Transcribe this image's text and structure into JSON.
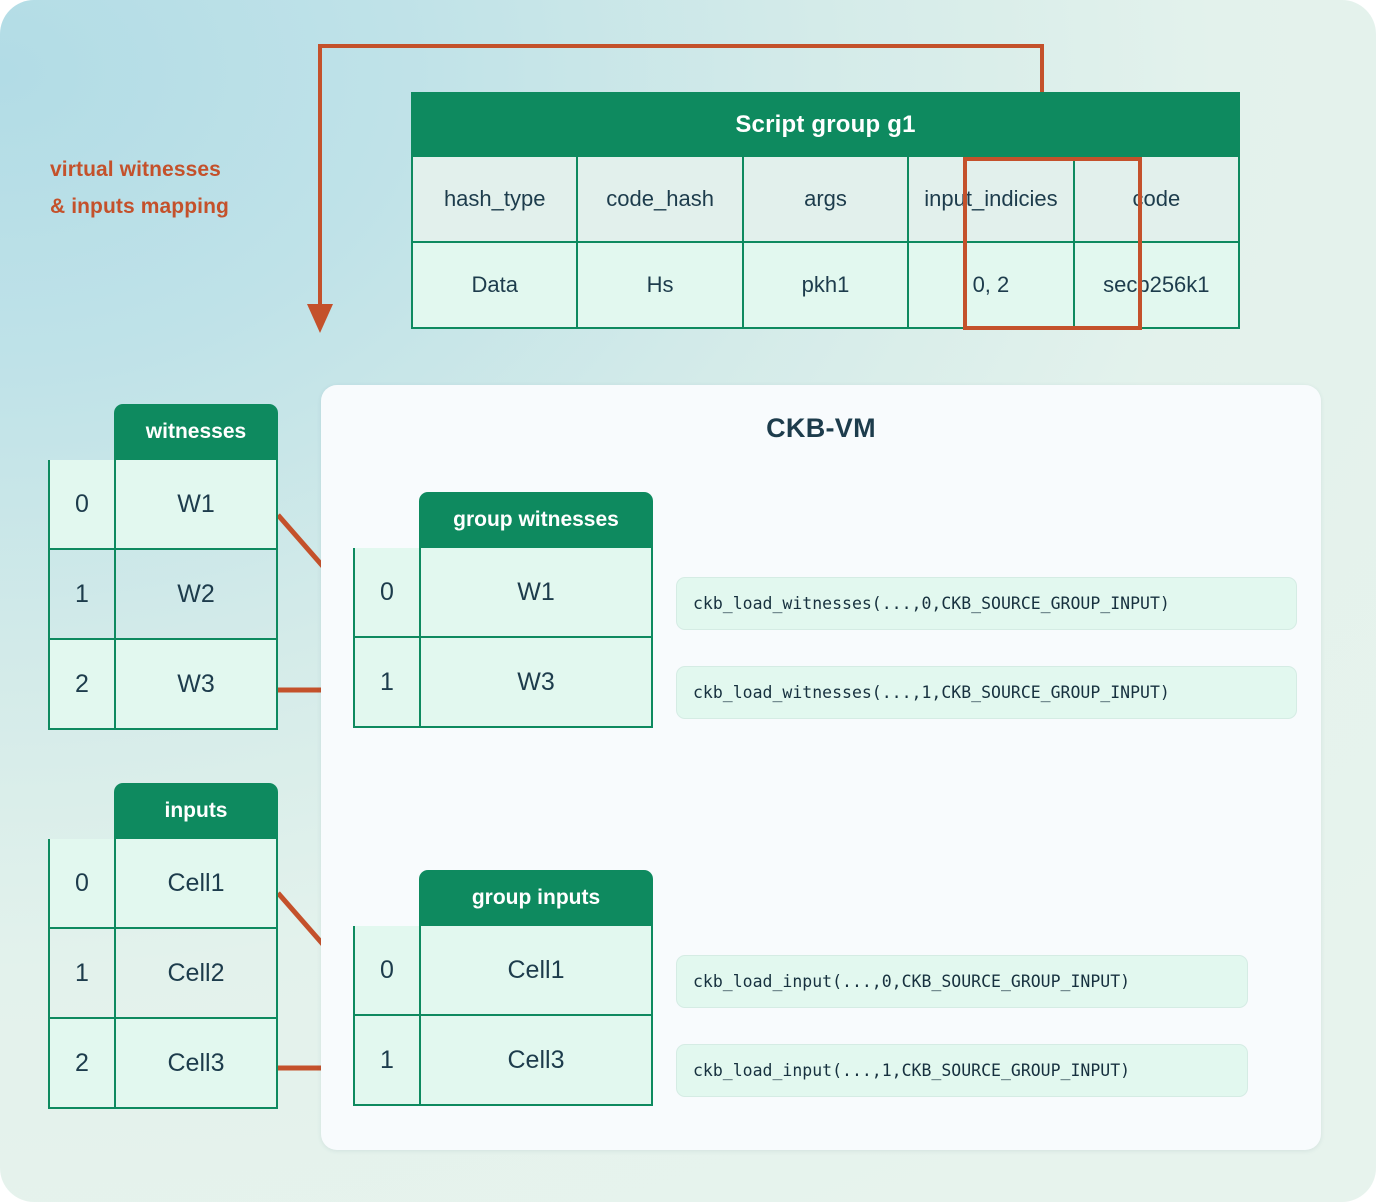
{
  "colors": {
    "green": "#0e8a5f",
    "orange": "#c4512b",
    "mint": "#e2f8ef",
    "ink": "#1d3c4c",
    "panel": "#f8fbfd"
  },
  "caption": {
    "line1": "virtual witnesses",
    "line2": "& inputs mapping"
  },
  "script_group": {
    "title": "Script group g1",
    "columns": [
      "hash_type",
      "code_hash",
      "args",
      "input_indicies",
      "code"
    ],
    "values": [
      "Data",
      "Hs",
      "pkh1",
      "0, 2",
      "secp256k1"
    ],
    "highlighted_column": "input_indicies"
  },
  "vm": {
    "title": "CKB-VM"
  },
  "witnesses": {
    "title": "witnesses",
    "rows": [
      {
        "index": "0",
        "value": "W1",
        "filled": true
      },
      {
        "index": "1",
        "value": "W2",
        "filled": false
      },
      {
        "index": "2",
        "value": "W3",
        "filled": true
      }
    ]
  },
  "group_witnesses": {
    "title": "group witnesses",
    "rows": [
      {
        "index": "0",
        "value": "W1"
      },
      {
        "index": "1",
        "value": "W3"
      }
    ]
  },
  "inputs": {
    "title": "inputs",
    "rows": [
      {
        "index": "0",
        "value": "Cell1",
        "filled": true
      },
      {
        "index": "1",
        "value": "Cell2",
        "filled": false
      },
      {
        "index": "2",
        "value": "Cell3",
        "filled": true
      }
    ]
  },
  "group_inputs": {
    "title": "group inputs",
    "rows": [
      {
        "index": "0",
        "value": "Cell1"
      },
      {
        "index": "1",
        "value": "Cell3"
      }
    ]
  },
  "code_calls": {
    "witness_0": "ckb_load_witnesses(...,0,CKB_SOURCE_GROUP_INPUT)",
    "witness_1": "ckb_load_witnesses(...,1,CKB_SOURCE_GROUP_INPUT)",
    "input_0": "ckb_load_input(...,0,CKB_SOURCE_GROUP_INPUT)",
    "input_1": "ckb_load_input(...,1,CKB_SOURCE_GROUP_INPUT)"
  }
}
